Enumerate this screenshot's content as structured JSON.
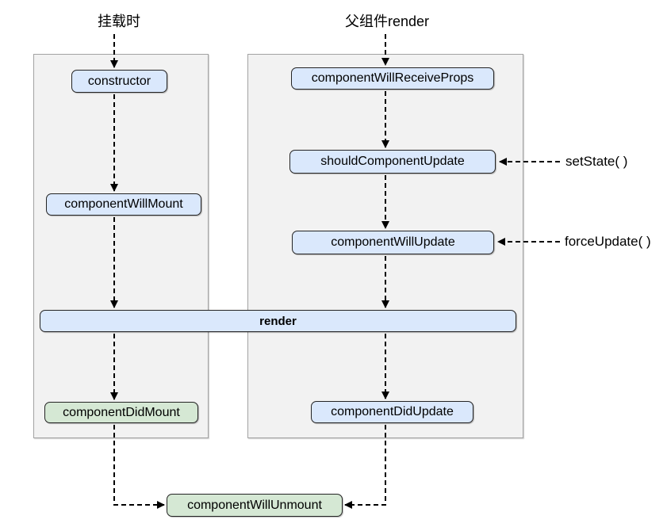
{
  "title_labels": {
    "mount": "挂载时",
    "parent_render": "父组件render"
  },
  "nodes": {
    "ctor": "constructor",
    "will_mount": "componentWillMount",
    "will_receive_props": "componentWillReceiveProps",
    "should_update": "shouldComponentUpdate",
    "will_update": "componentWillUpdate",
    "render": "render",
    "did_mount": "componentDidMount",
    "did_update": "componentDidUpdate",
    "will_unmount": "componentWillUnmount"
  },
  "triggers": {
    "set_state": "setState( )",
    "force_update": "forceUpdate( )"
  },
  "colors": {
    "node_blue_fill": "#dae8fc",
    "node_green_fill": "#d5e8d4",
    "node_border": "#242424",
    "panel_fill": "#f2f2f2",
    "panel_border": "#a3a3a3",
    "arrow": "#000000",
    "text": "#000000"
  }
}
